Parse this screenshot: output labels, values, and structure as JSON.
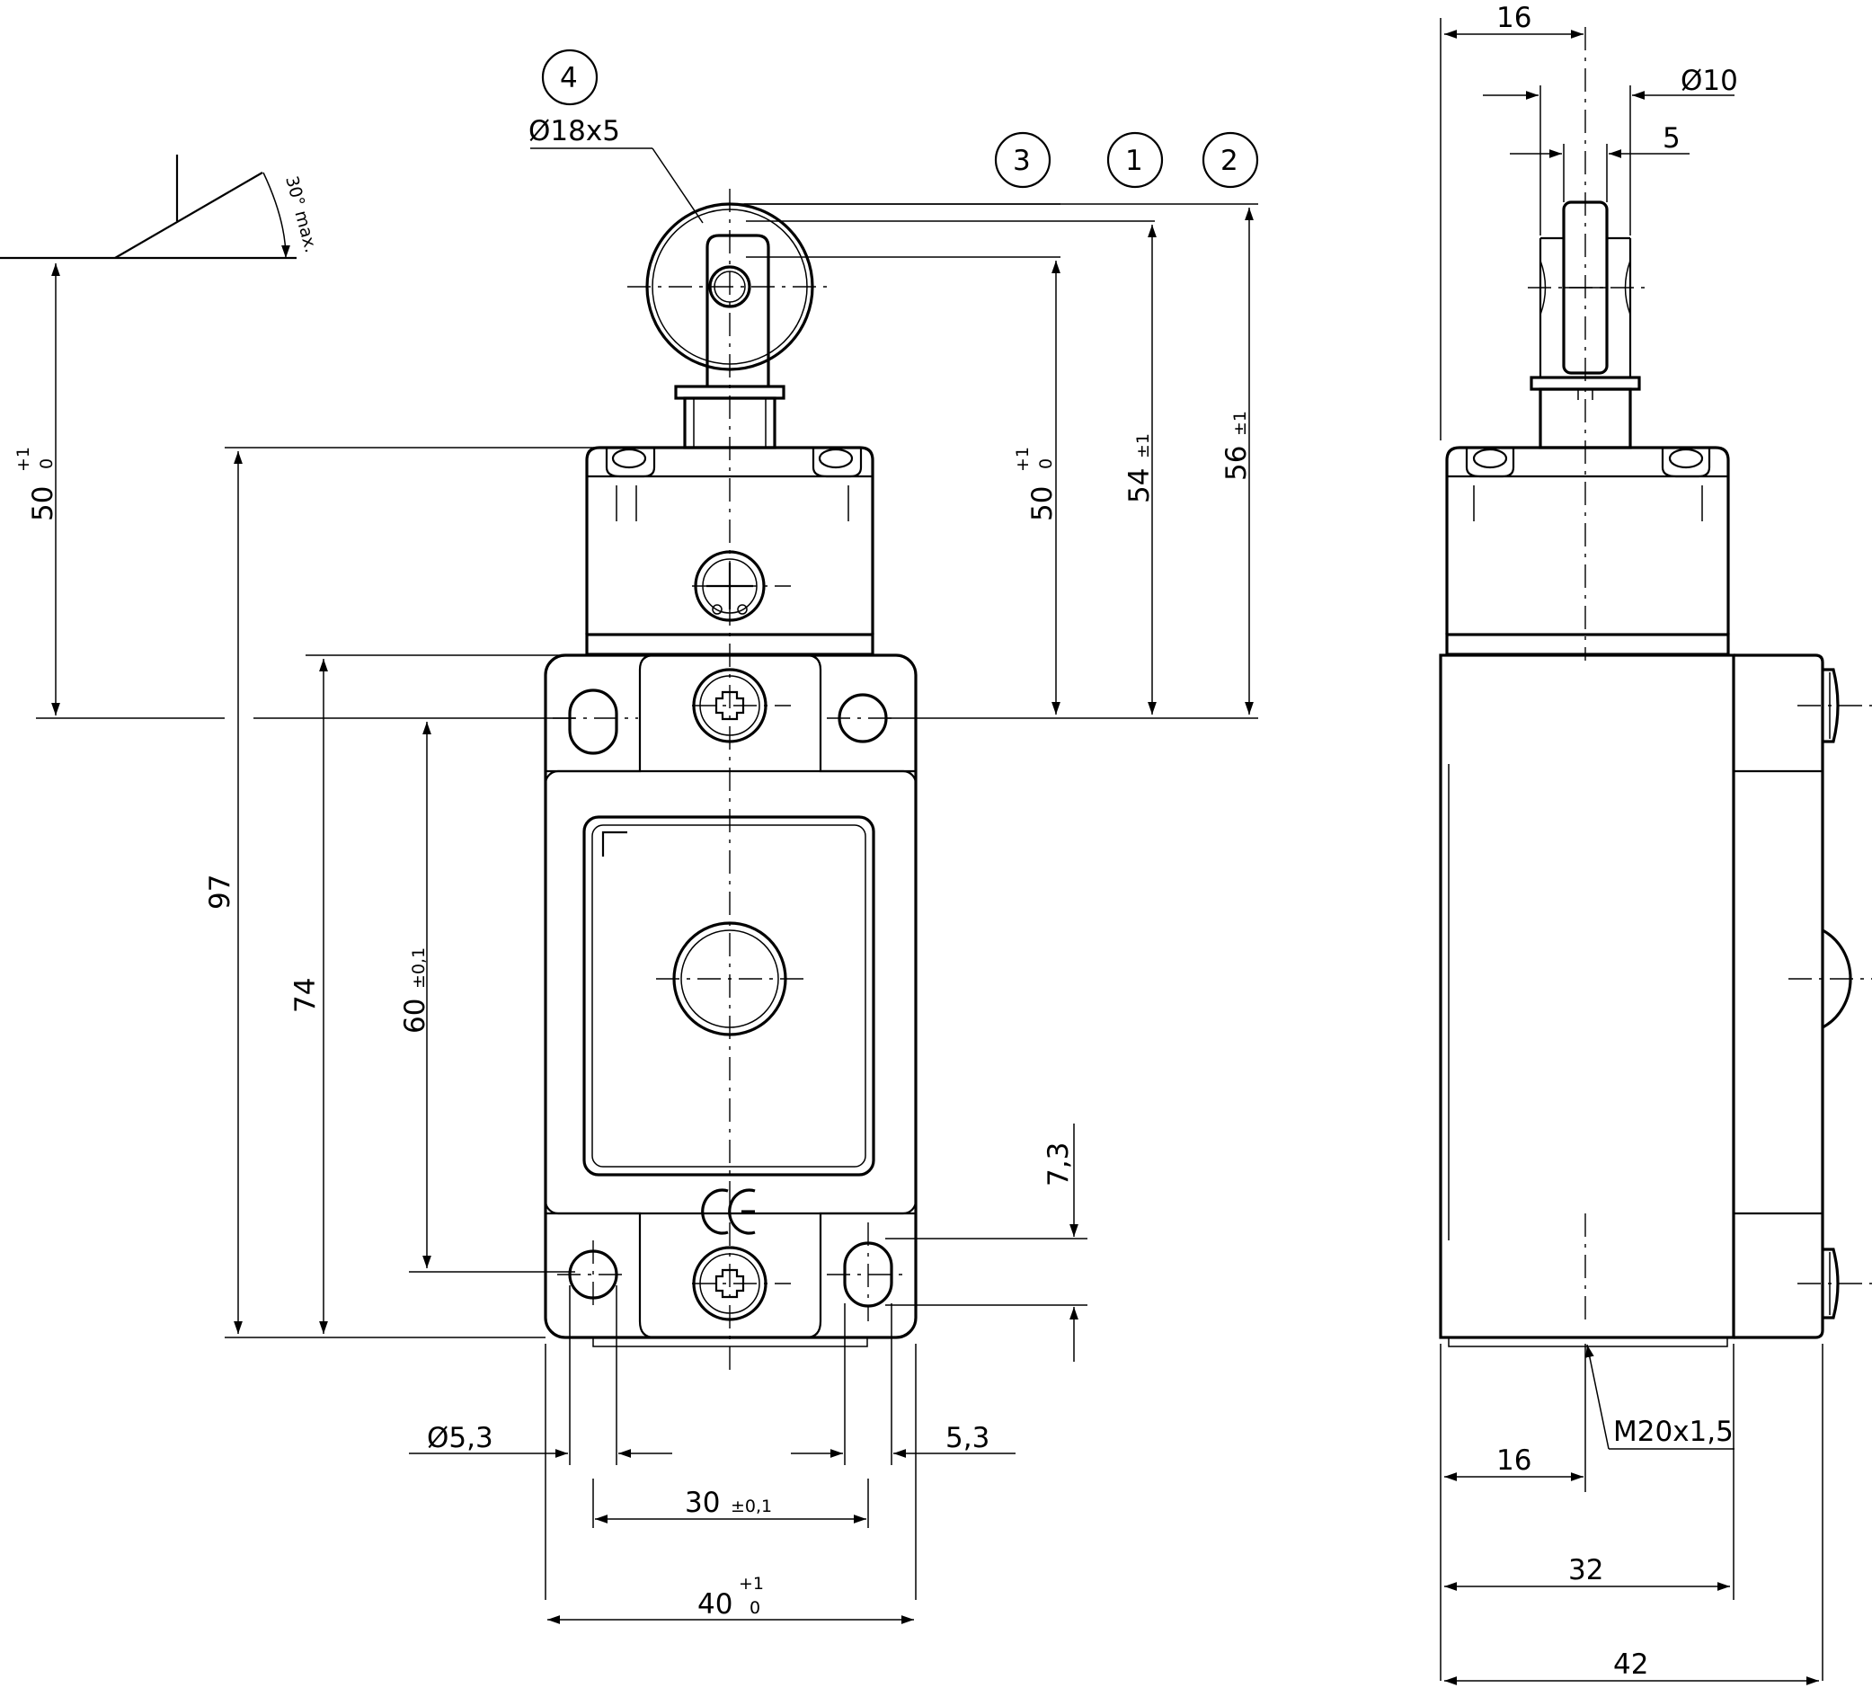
{
  "callouts": {
    "c1": "1",
    "c2": "2",
    "c3": "3",
    "c4": "4"
  },
  "labels": {
    "roller": "Ø18x5",
    "angle": "30° max.",
    "conduit": "M20x1,5"
  },
  "dims": {
    "roller_travel": {
      "value": "50",
      "tol_upper": "+1",
      "tol_lower": "0"
    },
    "d97": "97",
    "d74": "74",
    "d60": {
      "value": "60",
      "tol": "±0,1"
    },
    "d50": {
      "value": "50",
      "tol_upper": "+1",
      "tol_lower": "0"
    },
    "d54": {
      "value": "54",
      "tol": "±1"
    },
    "d56": {
      "value": "56",
      "tol": "±1"
    },
    "d73": "7,3",
    "hole": "Ø5,3",
    "slot": "5,3",
    "d30": {
      "value": "30",
      "tol": "±0,1"
    },
    "d40": {
      "value": "40",
      "tol_upper": "+1",
      "tol_lower": "0"
    },
    "side_top16": "16",
    "side_d10": "Ø10",
    "side_5": "5",
    "side_bot16": "16",
    "side_32": "32",
    "side_42": "42"
  }
}
